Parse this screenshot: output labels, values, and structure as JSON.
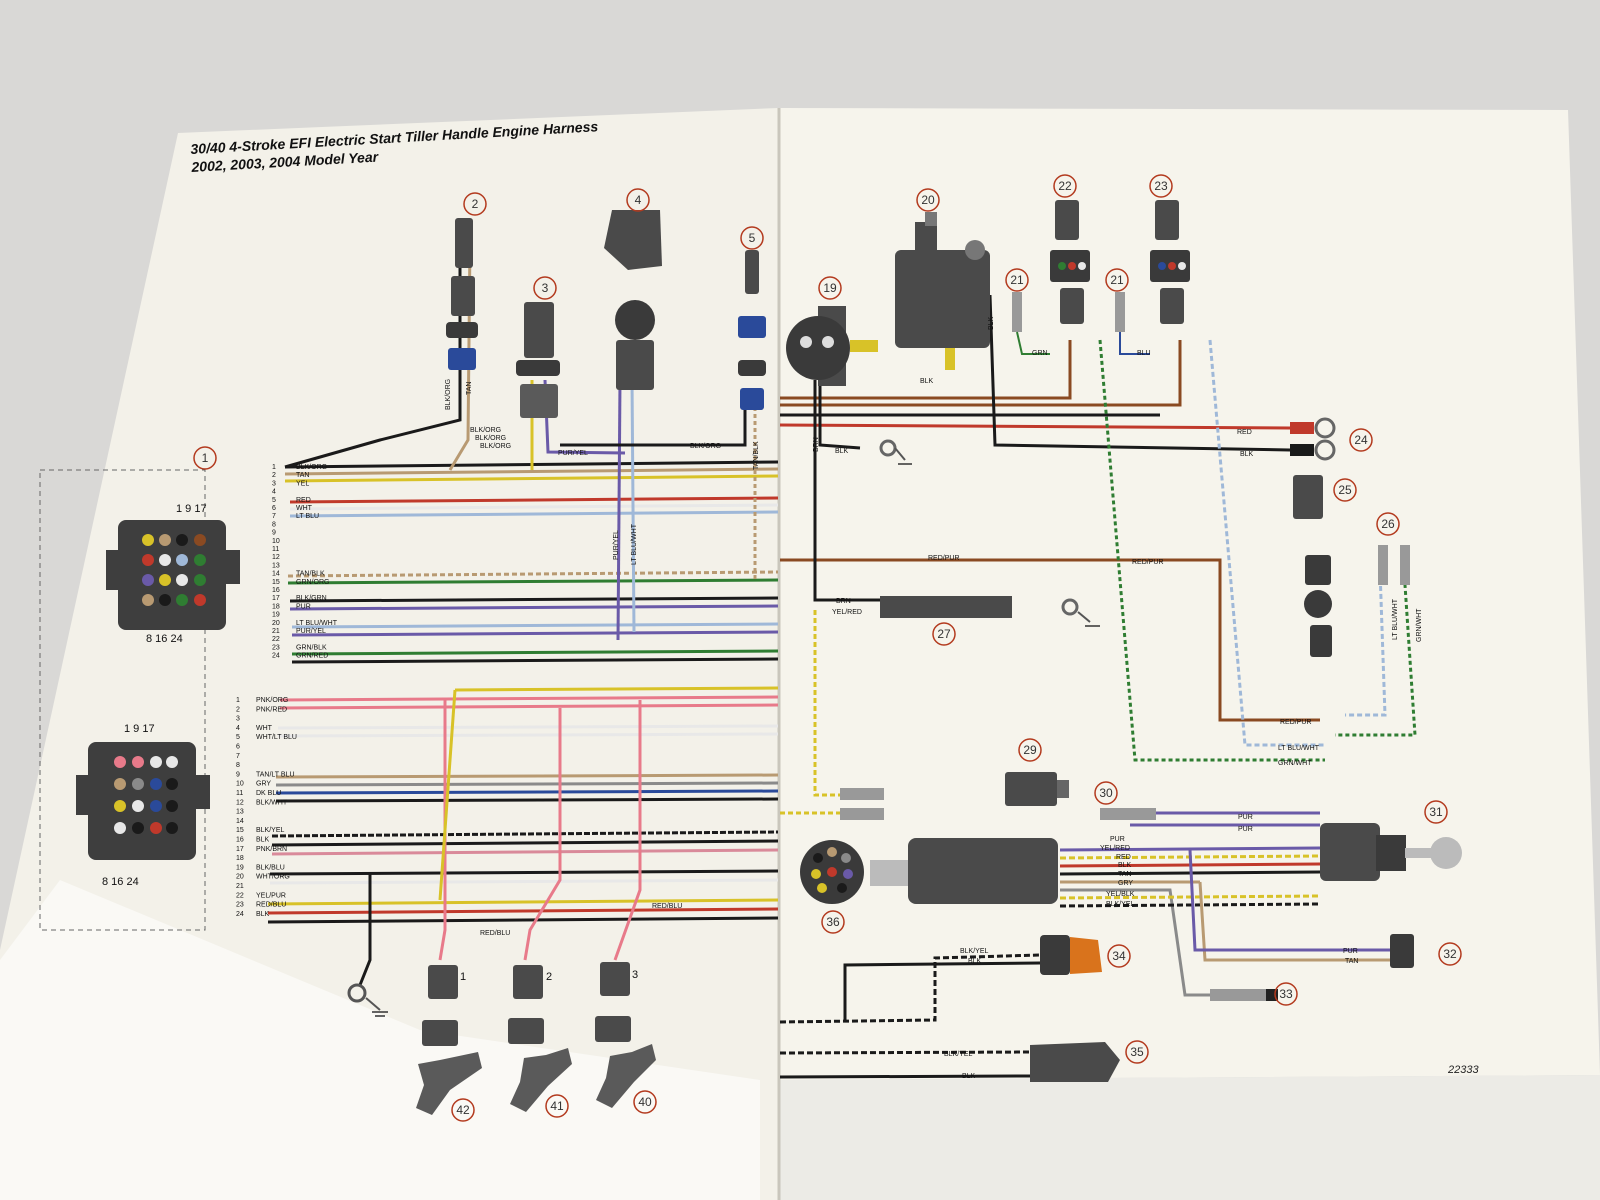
{
  "diagram": {
    "title_line1": "30/40 4-Stroke EFI Electric Start Tiller Handle Engine Harness",
    "title_line2": "2002, 2003, 2004 Model Year",
    "drawing_number": "22333"
  },
  "callouts": [
    "1",
    "2",
    "3",
    "4",
    "5",
    "19",
    "20",
    "21",
    "21",
    "22",
    "23",
    "24",
    "25",
    "26",
    "27",
    "29",
    "30",
    "31",
    "32",
    "33",
    "34",
    "35",
    "36",
    "40",
    "41",
    "42"
  ],
  "connector_pins_upper": {
    "top": "1  9  17",
    "bottom": "8  16  24"
  },
  "connector_pins_lower": {
    "top": "1  9  17",
    "bottom": "8  16  24"
  },
  "upper_pin_numbers": [
    "1",
    "2",
    "3",
    "4",
    "5",
    "6",
    "7",
    "8",
    "9",
    "10",
    "11",
    "12",
    "13",
    "14",
    "15",
    "16",
    "17",
    "18",
    "19",
    "20",
    "21",
    "22",
    "23",
    "24"
  ],
  "upper_pin_labels": [
    "BLK/ORG",
    "TAN",
    "YEL",
    "",
    "RED",
    "WHT",
    "LT BLU",
    "",
    "",
    "",
    "",
    "",
    "",
    "TAN/BLK",
    "GRN/ORG",
    "",
    "BLK/GRN",
    "PUR",
    "",
    "LT BLU/WHT",
    "PUR/YEL",
    "",
    "GRN/BLK",
    "GRN/RED"
  ],
  "lower_pin_numbers": [
    "1",
    "2",
    "3",
    "4",
    "5",
    "6",
    "7",
    "8",
    "9",
    "10",
    "11",
    "12",
    "13",
    "14",
    "15",
    "16",
    "17",
    "18",
    "19",
    "20",
    "21",
    "22",
    "23",
    "24"
  ],
  "lower_pin_labels": [
    "PNK/ORG",
    "PNK/RED",
    "",
    "WHT",
    "WHT/LT BLU",
    "",
    "",
    "",
    "TAN/LT BLU",
    "GRY",
    "DK BLU",
    "BLK/WHT",
    "",
    "",
    "BLK/YEL",
    "BLK",
    "PNK/BRN",
    "",
    "BLK/BLU",
    "WHT/ORG",
    "",
    "YEL/PUR",
    "RED/BLU",
    "BLK"
  ],
  "wire_labels": {
    "blk_org_a": "BLK/ORG",
    "blk_org_b": "BLK/ORG",
    "blk_org_c": "BLK/ORG",
    "blk_org_right": "BLK/ORG",
    "pur_yel_top": "PUR/YEL",
    "pur_yel_vert": "PUR/YEL",
    "lt_blu_wht_vert": "LT BLU/WHT",
    "tan_blk_vert": "TAN/BLK",
    "tan_2": "TAN",
    "blk_org_2": "BLK/ORG",
    "blk_19": "BLK",
    "brn_19": "BRN",
    "blk_20": "BLK",
    "blk_20v": "BLK",
    "grn_21": "GRN",
    "blu_21": "BLU",
    "red_24": "RED",
    "blk_24": "BLK",
    "red_pur_a": "RED/PUR",
    "red_pur_b": "RED/PUR",
    "red_pur_c": "RED/PUR",
    "brn_27": "BRN",
    "yel_red_27": "YEL/RED",
    "lt_blu_wht_26": "LT BLU/WHT",
    "grn_wht_26": "GRN/WHT",
    "lt_blu_wht_b": "LT BLU/WHT",
    "grn_wht_b": "GRN/WHT",
    "red_blu_a": "RED/BLU",
    "red_blu_b": "RED/BLU",
    "pur_a": "PUR",
    "pur_b": "PUR",
    "k_pur": "PUR",
    "k_yel_red": "YEL/RED",
    "k_red": "RED",
    "k_blk": "BLK",
    "k_tan": "TAN",
    "k_gry": "GRY",
    "k_yel_blk": "YEL/BLK",
    "k_blk_yel": "BLK/YEL",
    "pur_32": "PUR",
    "tan_32": "TAN",
    "blk_yel_34": "BLK/YEL",
    "blk_34": "BLK",
    "blk_yel_35": "BLK/YEL",
    "blk_35": "BLK"
  },
  "injector_positions": [
    "1",
    "2",
    "3"
  ],
  "colors": {
    "page": "#f4f1e8",
    "background": "#d9d8d6",
    "callout": "#b33a1e",
    "component": "#4a4a4a",
    "wire_red": "#c0392b",
    "wire_black": "#1a1a1a",
    "wire_tan": "#b89a72",
    "wire_yellow": "#d8c228",
    "wire_purple": "#6a5aa8",
    "wire_green": "#2f7d32",
    "wire_pink": "#d98a9a",
    "wire_lt_blue": "#9fb8d8",
    "wire_brown": "#8a4a22",
    "wire_white": "#e8e8e8",
    "wire_gray": "#8a8a8a",
    "wire_orange": "#d9731c"
  }
}
